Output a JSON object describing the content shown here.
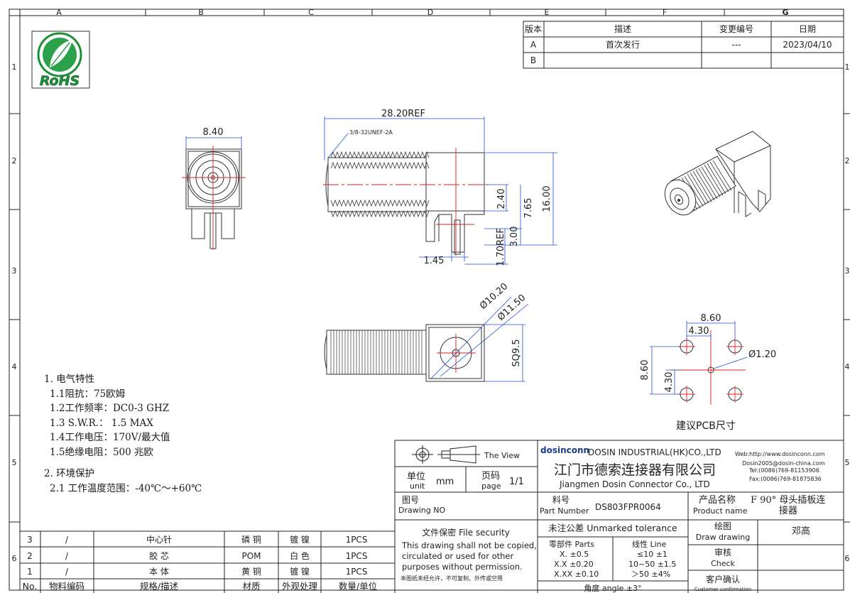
{
  "frame": {
    "col_labels": [
      "A",
      "B",
      "C",
      "D",
      "E",
      "F",
      "G"
    ],
    "row_labels": [
      "1",
      "2",
      "3",
      "4",
      "5",
      "6"
    ]
  },
  "logo": {
    "text": "RoHS"
  },
  "revision_table": {
    "headers": [
      "版本",
      "描述",
      "变更编号",
      "日期"
    ],
    "rows": [
      [
        "A",
        "首次发行",
        "---",
        "2023/04/10"
      ],
      [
        "B",
        "",
        "",
        ""
      ]
    ]
  },
  "dimensions": {
    "front_width": "8.40",
    "side_overall": "28.20REF",
    "thread_spec": "3/8-32UNEF-2A",
    "d_240": "2.40",
    "d_765": "7.65",
    "d_1600": "16.00",
    "d_300": "3.00",
    "d_170": "1.70REF",
    "d_145": "1.45",
    "bottom_phi1": "Ø10.20",
    "bottom_phi2": "Ø11.50",
    "bottom_sq": "SQ9.5",
    "pcb_860_h": "8.60",
    "pcb_430_h": "4.30",
    "pcb_860_v": "8.60",
    "pcb_430_v": "4.30",
    "pcb_hole": "Ø1.20"
  },
  "pcb_caption": "建议PCB尺寸",
  "notes": {
    "s1_title": "1. 电气特性",
    "s1_items": [
      "1.1阻抗：75欧姆",
      "1.2工作频率：DC0-3 GHZ",
      "1.3 S.W.R.： 1.5 MAX",
      "1.4工作电压：170V/最大值",
      "1.5绝缘电阻：500 兆欧"
    ],
    "s2_title": "2. 环境保护",
    "s2_items": [
      "2.1 工作温度范围：-40℃～+60℃"
    ]
  },
  "bom": {
    "headers": [
      "No.",
      "物料编码",
      "规格/描述",
      "材质",
      "外观处理",
      "数量/单位"
    ],
    "rows": [
      [
        "3",
        "/",
        "中心针",
        "磷 铜",
        "镀 镍",
        "1PCS"
      ],
      [
        "2",
        "/",
        "胶 芯",
        "POM",
        "白 色",
        "1PCS"
      ],
      [
        "1",
        "/",
        "本 体",
        "黄 铜",
        "镀 镍",
        "1PCS"
      ]
    ]
  },
  "title_block": {
    "view_label": "The View",
    "unit_cn": "单位",
    "unit_en": "unit",
    "unit_value": "mm",
    "page_cn": "页码",
    "page_en": "page",
    "page_value": "1/1",
    "drawing_no_cn": "图号",
    "drawing_no_en": "Drawing NO",
    "security_title": "文件保密 File security",
    "security_lines": [
      "This drawing shall not be copied,",
      "circulated or used for other",
      "purposes without permission."
    ],
    "security_cn": "本图纸未经允许，不可复制、外传或空用",
    "brand": "dosinconn",
    "company_en": "DOSIN INDUSTRIAL(HK)CO.,LTD",
    "company_cn": "江门市德索连接器有限公司",
    "company_en2": "Jiangmen Dosin Connector Co., LTD",
    "web": "Web:http://www.dosinconn.com",
    "email": "Dosin2005@dosin-china.com",
    "tel": "Tel:(0086)769-81153906",
    "fax": "Fax:(0086)769-81875836",
    "pn_cn": "料号",
    "pn_en": "Part Number",
    "pn_value": "DS803FPR0064",
    "prod_cn": "产品名称",
    "prod_en": "Product name",
    "prod_value_1": "F 90° 母头插板连",
    "prod_value_2": "接器",
    "tol_title": "未注公差 Unmarked tolerance",
    "tol_parts_h": "零部件 Parts",
    "tol_line_h": "线性 Line",
    "tol_parts": [
      "X. ±0.5",
      "X.X ±0.20",
      "X.XX ±0.10"
    ],
    "tol_line": [
      "≤10 ±1",
      "10~50 ±1.5",
      "＞50 ±4%"
    ],
    "tol_angle": "角度 angle ±3°",
    "draw_cn": "绘图",
    "draw_en": "Draw drawing",
    "draw_value": "邓高",
    "check_cn": "审核",
    "check_en": "Check",
    "cust_cn": "客户确认",
    "cust_en": "Customer confirmation"
  }
}
